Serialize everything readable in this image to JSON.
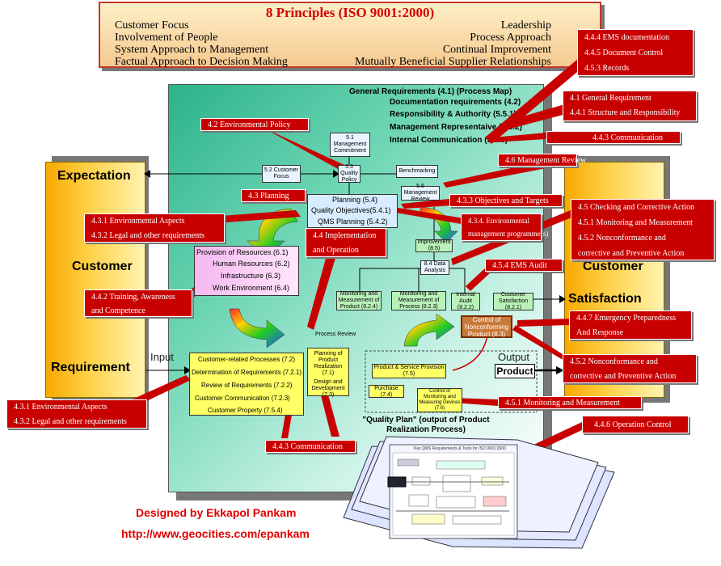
{
  "principles": {
    "title": "8 Principles (ISO 9001:2000)",
    "left": [
      "Customer Focus",
      "Involvement of People",
      "System Approach to Management",
      "Factual Approach to Decision Making"
    ],
    "right": [
      "Leadership",
      "Process Approach",
      "Continual Improvement",
      "Mutually Beneficial Supplier Relationships"
    ]
  },
  "requirements": {
    "general": "General Requirements (4.1) (Process Map)",
    "documentation": "Documentation requirements (4.2)",
    "responsibility": "Responsibility & Authority (5.5.1)",
    "representative": "Management Representaive (5.5.2)",
    "communication": "Internal Communication (5.5.3)"
  },
  "left_bar": {
    "expectation": "Expectation",
    "customer": "Customer",
    "requirement": "Requirement"
  },
  "right_bar": {
    "customer": "Customer",
    "satisfaction": "Satisfaction"
  },
  "flow": {
    "mgmt_commitment": "5.1 Management Commitment",
    "customer_focus": "5.2 Customer Focus",
    "quality_policy": "5.3 Quality Policy",
    "benchmarking": "Benchmarking",
    "mgmt_review": "5.6 Management Review",
    "planning": "Planning (5.4)",
    "quality_objectives": "Quality Objectives(5.4.1)",
    "qms_planning": "QMS Planning (5.4.2)",
    "improvement": "Improvement (8.5)",
    "data_analysis": "8.4 Data Analysis",
    "mon_product": "Monitoring and Measurement of Product (8.2.4)",
    "mon_process": "Monitoring and Measurement of Process (8.2.3)",
    "internal_audit": "Internal Audit (8.2.2)",
    "cust_satisfaction": "Customer Satisfaction (8.2.1)",
    "nonconforming": "Control of Nonconforming Product (8.3)",
    "resources": [
      "Provision of Resources (6.1)",
      "Human Resources (6.2)",
      "Infrastructure (6.3)",
      "Work Environment (6.4)"
    ],
    "process_review": "Process Review",
    "planning_realization": "Planning of Product Realization (7.1)",
    "design_dev": "Design and Development (7.3)",
    "customer_processes": [
      "Customer-related Processes (7.2)",
      "Determination of Requirements (7.2.1)",
      "Review of Requirements (7.2.2)",
      "Customer Communication (7.2.3)",
      "Customer Property (7.5.4)"
    ],
    "product_service": "Product & Service Provision (7.5)",
    "purchase": "Purchase (7.4)",
    "monitoring_devices": "Control of Monitoring and Measuring Devices (7.6)",
    "input": "Input",
    "output": "Output",
    "product": "Product",
    "quality_plan": "\"Quality Plan\" (output of Product Realization Process)"
  },
  "callouts": {
    "ems_doc": [
      "4.4.4 EMS documentation",
      "4.4.5 Document Control",
      "4.5.3 Records"
    ],
    "general_req": [
      "4.1 General Requirement",
      "4.4.1 Structure and Responsibility"
    ],
    "env_policy": "4.2 Environmental Policy",
    "communication_443": "4.4.3 Communication",
    "mgmt_review": "4.6 Management Review",
    "planning": "4.3 Planning",
    "objectives": "4.3.3 Objectives and Targets",
    "env_aspects_top": [
      "4.3.1 Environmental Aspects",
      "4.3.2 Legal and other requirements"
    ],
    "env_program": [
      "4.3.4. Environmental",
      "management programme(s)"
    ],
    "checking": [
      "4.5 Checking and Corrective Action",
      "4.5.1 Monitoring and Measurement",
      "4.5.2 Nonconformance and",
      "corrective and Preventive Action"
    ],
    "implementation": [
      "4.4 Implementation",
      "and Operation"
    ],
    "ems_audit": "4.5.4 EMS Audit",
    "training": [
      "4.4.2 Training, Awareness",
      "and Competence"
    ],
    "emergency": [
      "4.4.7 Emergency Preparedness",
      "And Response"
    ],
    "nonconformance": [
      "4.5.2 Nonconformance and",
      "corrective and Preventive Action"
    ],
    "env_aspects_bottom": [
      "4.3.1 Environmental Aspects",
      "4.3.2 Legal and other requirements"
    ],
    "monitoring_bottom": "4.5.1 Monitoring and Measurement",
    "communication_bottom": "4.4.3 Communication",
    "operation_control": "4.4.6 Operation Control"
  },
  "thumbnail_title": "Key QMS Requirements & Tools for ISO 9001:2000",
  "credit": {
    "designer": "Designed by Ekkapol Pankam",
    "url": "http://www.geocities.com/epankam"
  },
  "colors": {
    "callout_red": "#c80000",
    "board_green": "#2bb38a",
    "sidebar_yellow": "#f7a900",
    "credit_red": "#e00000"
  }
}
